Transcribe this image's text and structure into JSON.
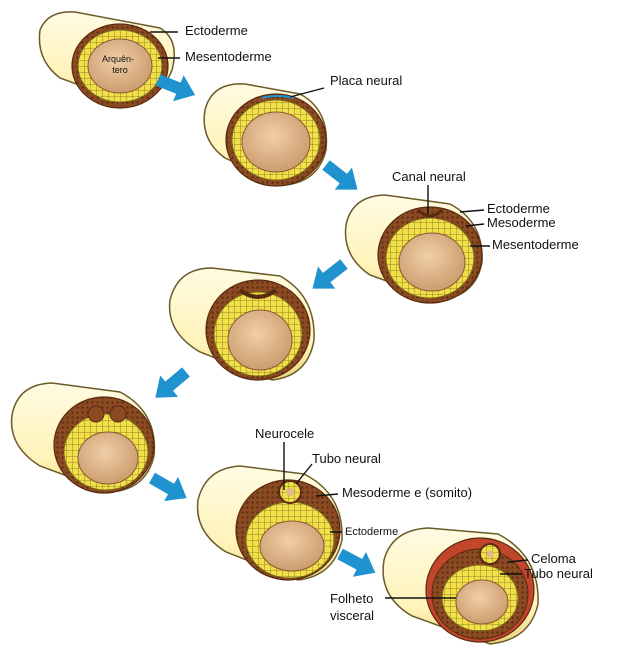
{
  "colors": {
    "tube_body": "#fff6c8",
    "tube_stroke": "#6b5a2a",
    "tube_shadow": "#e8d37a",
    "cell_yellow": "#f2e04a",
    "cell_stroke": "#7a6a18",
    "tissue_brown": "#8a4a22",
    "tissue_dark": "#5a2a10",
    "cavity": "#e2b98c",
    "cavity_dark": "#c69565",
    "arrow_blue": "#1f93cf",
    "leader": "#111111",
    "celoma_red": "#c2462c"
  },
  "stages": [
    {
      "id": "stage-1",
      "icon": "gastrula-section-icon"
    },
    {
      "id": "stage-2",
      "icon": "neural-plate-section-icon"
    },
    {
      "id": "stage-3",
      "icon": "neural-groove-section-icon"
    },
    {
      "id": "stage-4",
      "icon": "neural-fold-section-icon"
    },
    {
      "id": "stage-5",
      "icon": "neural-fold-closing-section-icon"
    },
    {
      "id": "stage-6",
      "icon": "neural-tube-section-icon"
    },
    {
      "id": "stage-7",
      "icon": "coelom-section-icon"
    }
  ],
  "arrows": [
    "arrow-right-down-icon",
    "arrow-right-down-icon",
    "arrow-left-down-icon",
    "arrow-left-down-icon",
    "arrow-right-down-icon",
    "arrow-right-down-icon"
  ],
  "labels": {
    "ectoderme_1": "Ectoderme",
    "mesentoderme_1": "Mesentoderme",
    "arquentero_line1": "Arquên-",
    "arquentero_line2": "tero",
    "placa_neural": "Placa neural",
    "canal_neural": "Canal neural",
    "ectoderme_3": "Ectoderme",
    "mesoderme_3": "Mesoderme",
    "mesentoderme_3": "Mesentoderme",
    "neurocele": "Neurocele",
    "tubo_neural_6": "Tubo neural",
    "mesoderme_somito": "Mesoderme e (somito)",
    "ectoderme_6": "Ectoderme",
    "celoma": "Celoma",
    "tubo_neural_7": "Tubo neural",
    "folheto_line1": "Folheto",
    "folheto_line2": "visceral"
  }
}
